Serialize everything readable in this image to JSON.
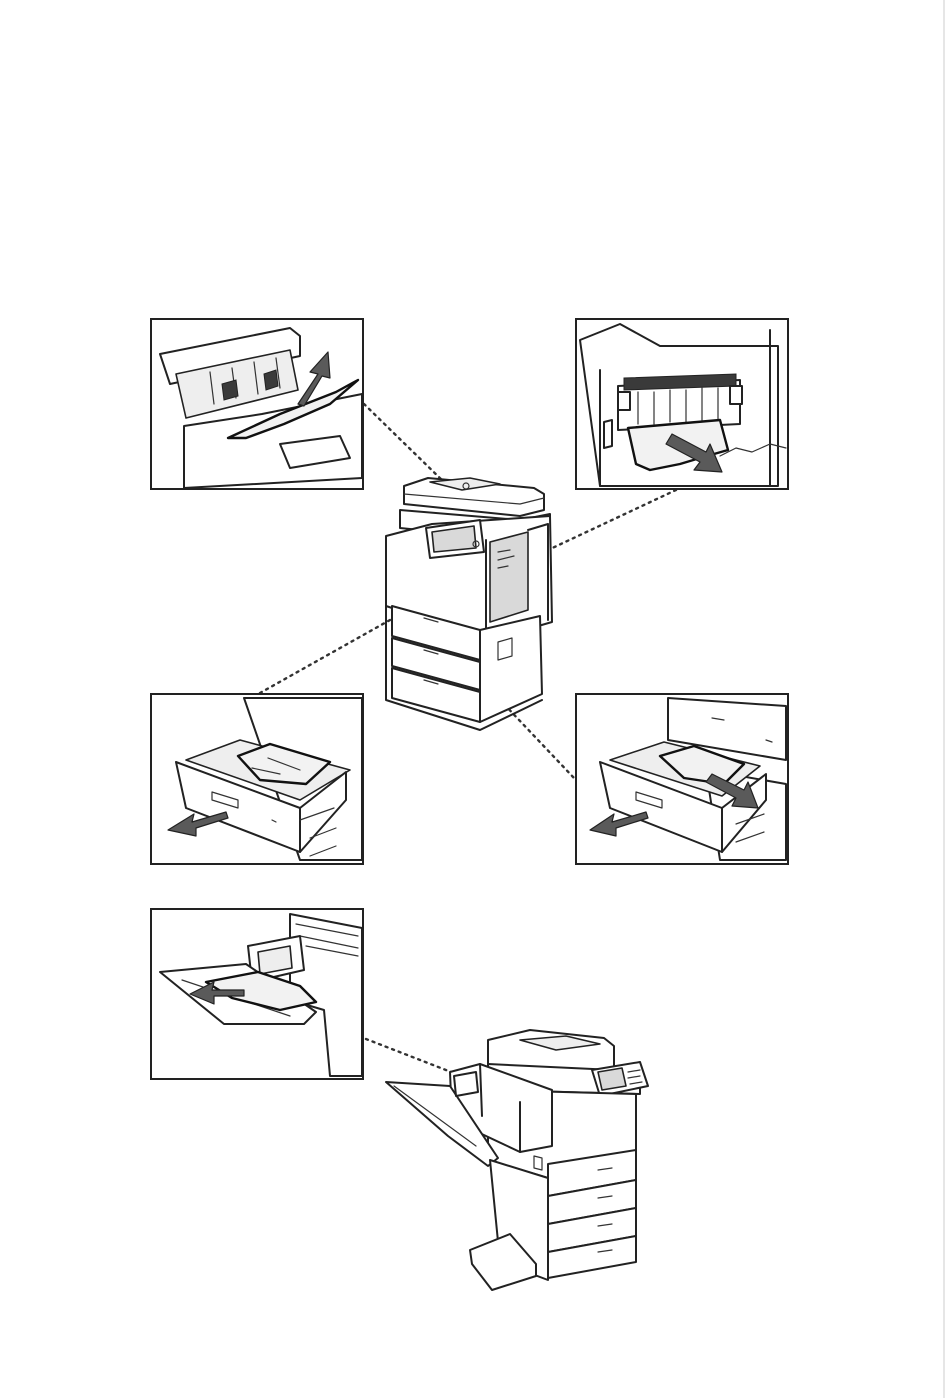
{
  "page": {
    "background": "#ffffff",
    "line_color": "#222222",
    "text_content": []
  },
  "illustrations": {
    "main_printer": {
      "icon": "multifunction-printer-icon"
    },
    "finisher_printer": {
      "icon": "printer-with-finisher-icon"
    },
    "callouts": [
      {
        "id": "document-feeder",
        "icon": "document-feeder-jam-icon",
        "action": "pull-up-arrow"
      },
      {
        "id": "fuser-area",
        "icon": "fuser-jam-icon",
        "action": "pull-out-arrow"
      },
      {
        "id": "tray-1",
        "icon": "paper-tray-jam-icon",
        "action": "pull-out-arrow"
      },
      {
        "id": "tray-2",
        "icon": "paper-tray-jam-icon",
        "action": "pull-out-arrow"
      },
      {
        "id": "finisher-tray",
        "icon": "finisher-output-jam-icon",
        "action": "pull-out-arrow"
      }
    ]
  }
}
